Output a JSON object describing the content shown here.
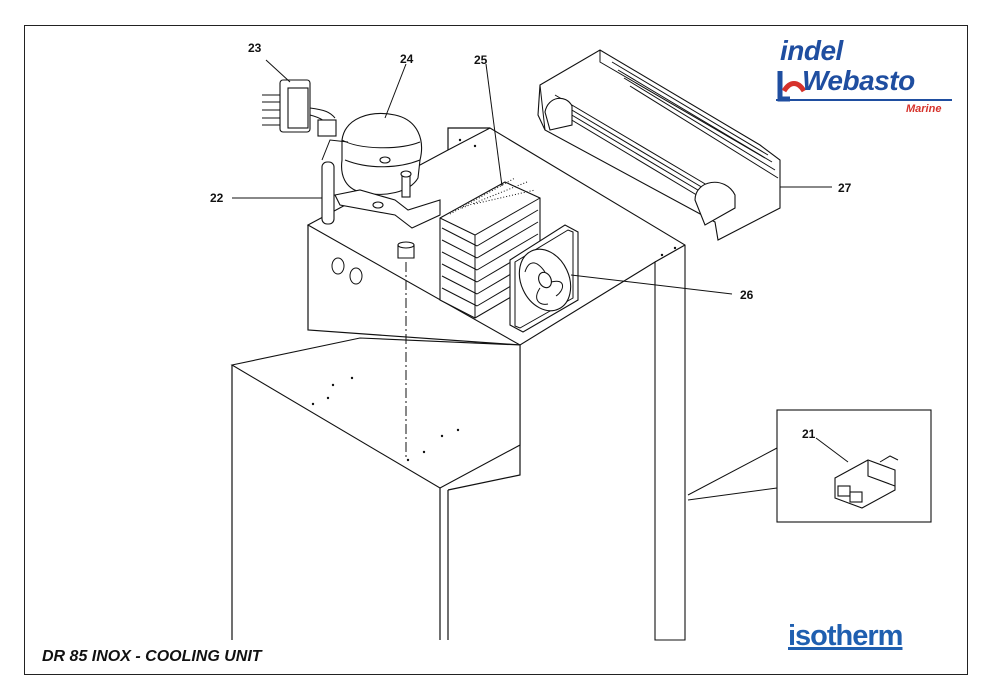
{
  "title": "DR 85 INOX - COOLING UNIT",
  "brand": {
    "indel": "indel",
    "webasto": "Webasto",
    "marine": "Marine",
    "isotherm": "isotherm"
  },
  "callouts": {
    "c21": "21",
    "c22": "22",
    "c23": "23",
    "c24": "24",
    "c25": "25",
    "c26": "26",
    "c27": "27"
  },
  "colors": {
    "brand_blue": "#1f4ea0",
    "brand_red": "#d6322b",
    "isotherm_blue": "#1f5fb0",
    "line": "#111111"
  }
}
